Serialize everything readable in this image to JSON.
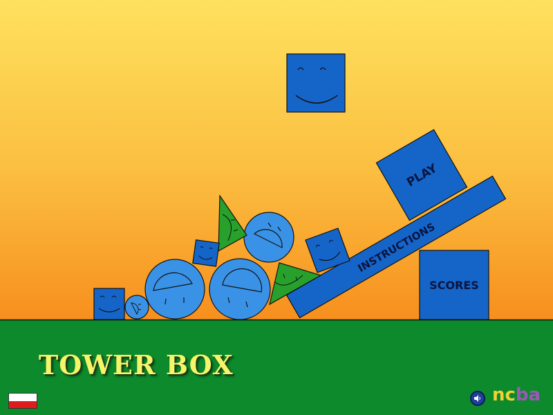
{
  "game": {
    "title": "TOWER BOX",
    "language_flag": "pl"
  },
  "menu": {
    "play_label": "PLAY",
    "instructions_label": "INSTRUCTIONS",
    "scores_label": "SCORES"
  },
  "footer": {
    "sound_icon": "speaker-icon",
    "logo_part1": "nc",
    "logo_part2": "ba"
  },
  "colors": {
    "sky_top": "#fdd85a",
    "sky_bottom": "#f79a22",
    "ground": "#0d8a2c",
    "box_blue": "#1565c8",
    "circle_blue": "#3a92e6",
    "triangle_green": "#28a02c",
    "title_yellow": "#f5f56a"
  }
}
